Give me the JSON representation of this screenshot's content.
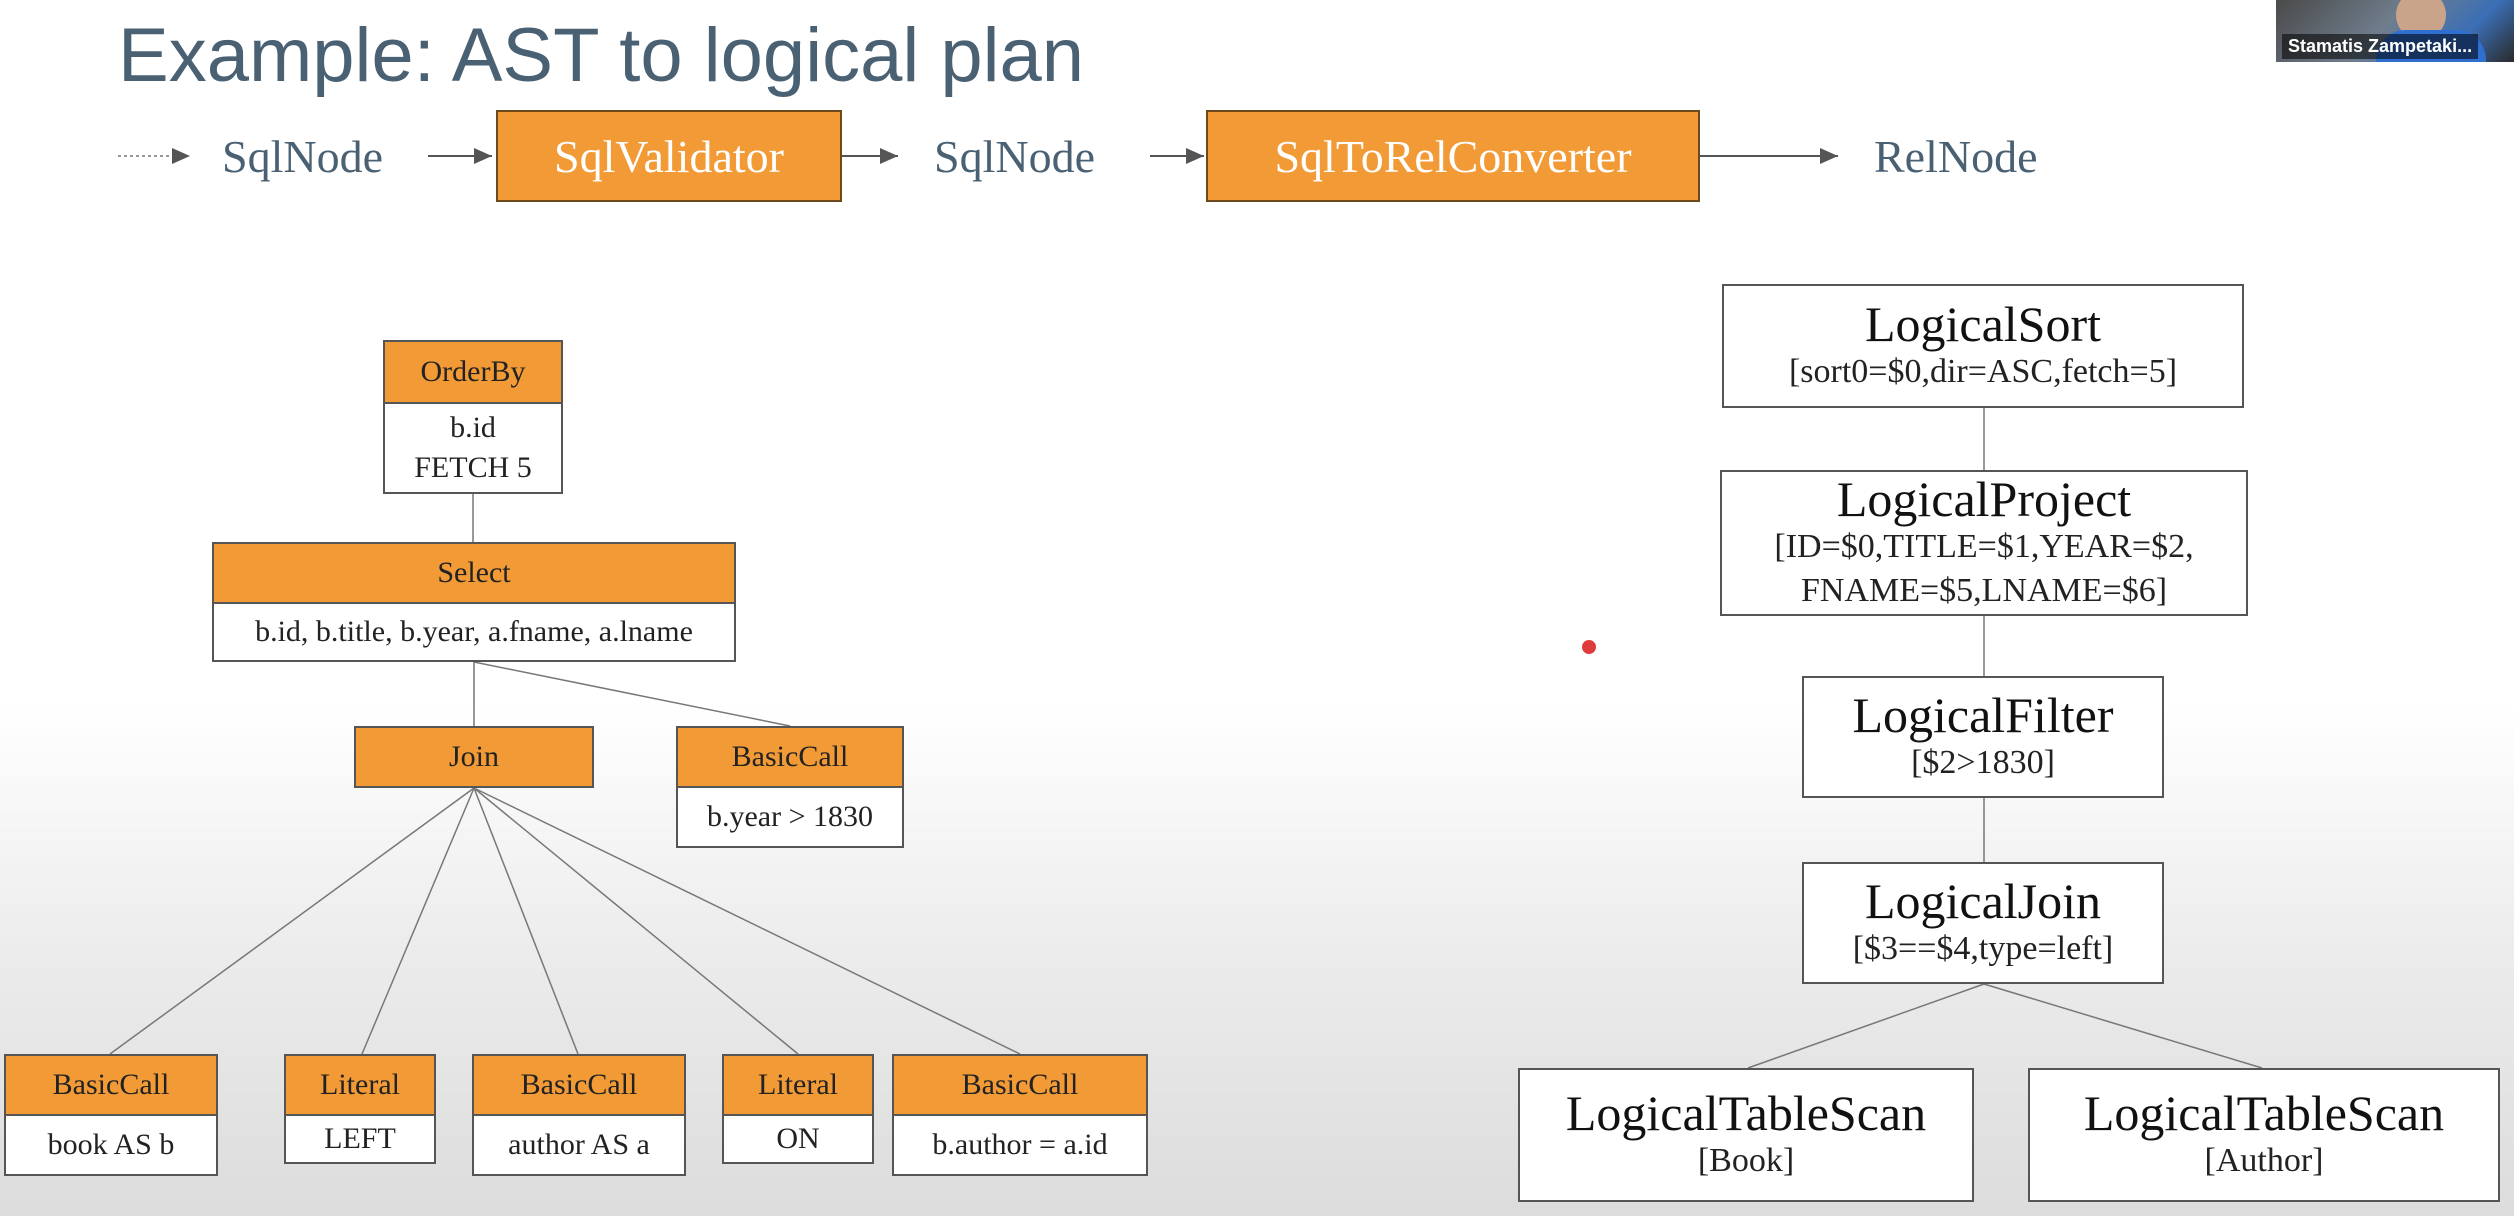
{
  "slide": {
    "title": "Example: AST to logical plan"
  },
  "pipeline": {
    "items": [
      {
        "label": "SqlNode",
        "kind": "text"
      },
      {
        "label": "SqlValidator",
        "kind": "box"
      },
      {
        "label": "SqlNode",
        "kind": "text"
      },
      {
        "label": "SqlToRelConverter",
        "kind": "box"
      },
      {
        "label": "RelNode",
        "kind": "text"
      }
    ]
  },
  "ast": {
    "orderby": {
      "head": "OrderBy",
      "lines": [
        "b.id",
        "FETCH 5"
      ]
    },
    "select": {
      "head": "Select",
      "lines": [
        "b.id, b.title, b.year, a.fname, a.lname"
      ]
    },
    "join": {
      "head": "Join"
    },
    "where": {
      "head": "BasicCall",
      "lines": [
        "b.year > 1830"
      ]
    },
    "leaf1": {
      "head": "BasicCall",
      "lines": [
        "book AS b"
      ]
    },
    "leaf2": {
      "head": "Literal",
      "lines": [
        "LEFT"
      ]
    },
    "leaf3": {
      "head": "BasicCall",
      "lines": [
        "author AS a"
      ]
    },
    "leaf4": {
      "head": "Literal",
      "lines": [
        "ON"
      ]
    },
    "leaf5": {
      "head": "BasicCall",
      "lines": [
        "b.author = a.id"
      ]
    }
  },
  "plan": {
    "sort": {
      "name": "LogicalSort",
      "attrs": [
        "[sort0=$0,dir=ASC,fetch=5]"
      ]
    },
    "project": {
      "name": "LogicalProject",
      "attrs": [
        "[ID=$0,TITLE=$1,YEAR=$2,",
        "FNAME=$5,LNAME=$6]"
      ]
    },
    "filter": {
      "name": "LogicalFilter",
      "attrs": [
        "[$2>1830]"
      ]
    },
    "join": {
      "name": "LogicalJoin",
      "attrs": [
        "[$3==$4,type=left]"
      ]
    },
    "scan1": {
      "name": "LogicalTableScan",
      "attrs": [
        "[Book]"
      ]
    },
    "scan2": {
      "name": "LogicalTableScan",
      "attrs": [
        "[Author]"
      ]
    }
  },
  "video": {
    "caption": "Stamatis Zampetaki..."
  },
  "colors": {
    "accent": "#f29a36",
    "title": "#4a6073",
    "border": "#555555"
  }
}
